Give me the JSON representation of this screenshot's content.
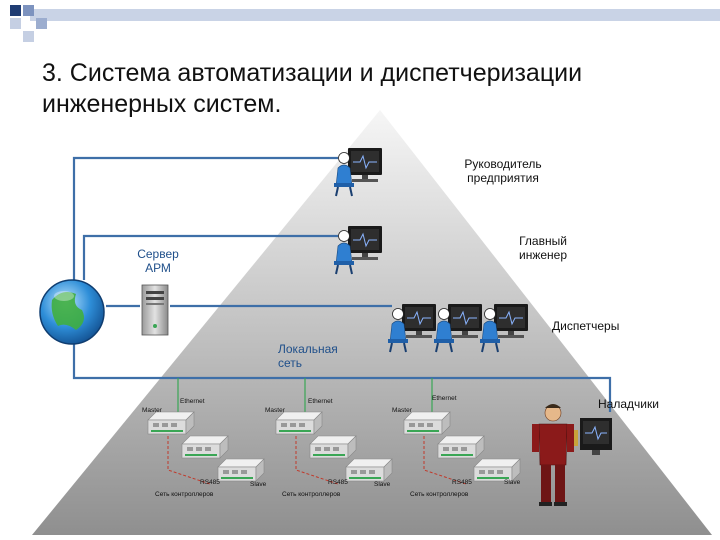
{
  "slide": {
    "title_line1": "3. Система автоматизации и диспетчеризации",
    "title_line2": "инженерных систем."
  },
  "roles": {
    "director_line1": "Руководитель",
    "director_line2": "предприятия",
    "chief_line1": "Главный",
    "chief_line2": "инженер",
    "dispatchers": "Диспетчеры",
    "adjusters": "Наладчики"
  },
  "nodes": {
    "server_line1": "Сервер",
    "server_line2": "АРМ",
    "lan_line1": "Локальная",
    "lan_line2": "сеть"
  },
  "controller_groups": [
    {
      "master": "Master",
      "ethernet": "Ethernet",
      "rs485": "RS485",
      "slave": "Slave",
      "net": "Сеть контроллеров"
    },
    {
      "master": "Master",
      "ethernet": "Ethernet",
      "rs485": "RS485",
      "slave": "Slave",
      "net": "Сеть контроллеров"
    },
    {
      "master": "Master",
      "ethernet": "Ethernet",
      "rs485": "RS485",
      "slave": "Slave",
      "net": "Сеть контроллеров"
    }
  ],
  "colors": {
    "accent_squares": [
      "#1f3c73",
      "#7d93bf",
      "#c5cfe3"
    ],
    "header_bar": "#c9d3e6",
    "network_line": "#3e6fa8",
    "controller_link": "#c0392b",
    "pyramid_light": "#f4f4f4",
    "pyramid_dark": "#8f8f8f"
  }
}
